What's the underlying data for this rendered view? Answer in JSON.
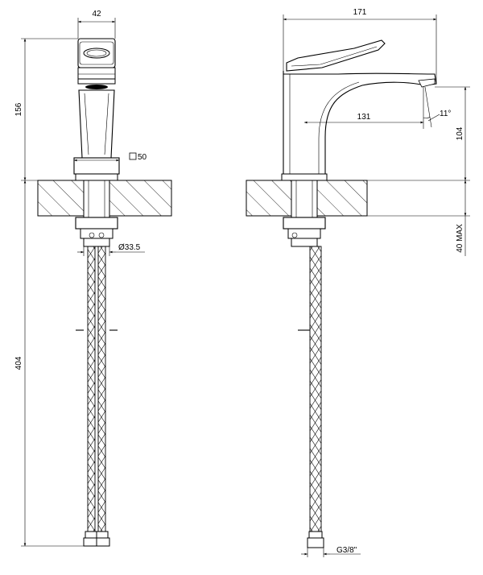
{
  "dimensions": {
    "front_width": "42",
    "square_base": "50",
    "front_height": "156",
    "hose_length": "404",
    "thread_diameter": "33.5",
    "side_width": "171",
    "spout_reach": "131",
    "spout_angle": "11°",
    "spout_height": "104",
    "deck_max": "40 MAX",
    "hose_connector": "G3/8\""
  },
  "symbols": {
    "square": "□",
    "diameter": "Ø"
  },
  "colors": {
    "line": "#000000",
    "background": "#ffffff"
  }
}
